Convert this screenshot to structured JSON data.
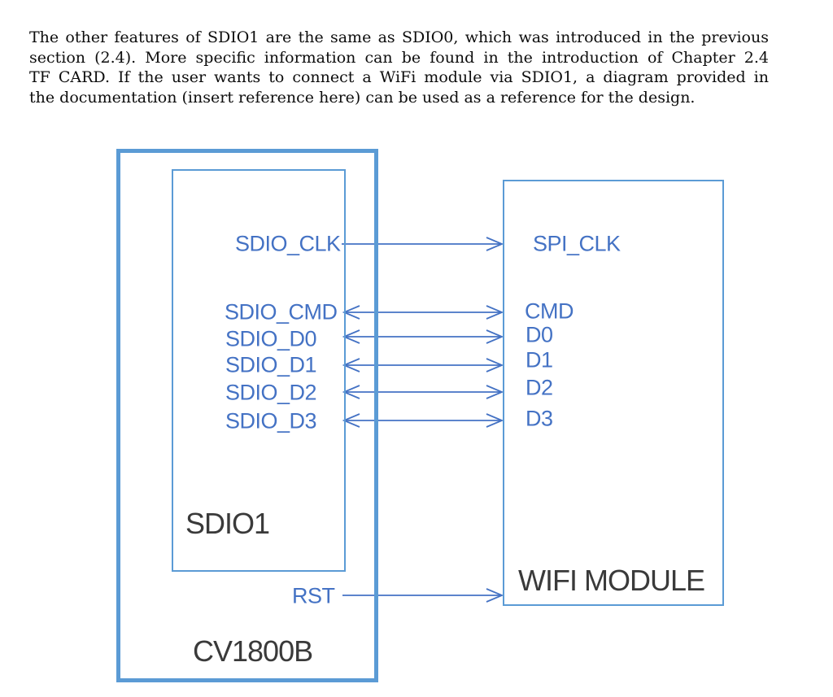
{
  "paragraph": {
    "lines": [
      "The other features of SDIO1 are the same as SDIO0, which was introduced in the previous",
      "section (2.4).  More specific information can be found in the introduction of Chapter 2.4",
      "TF CARD. If the user wants to connect a WiFi module via SDIO1, a diagram provided in",
      "the documentation (insert reference here) can be used as a reference for the design."
    ]
  },
  "diagram": {
    "colors": {
      "box_border": "#5B9BD5",
      "signal_blue": "#4472C4",
      "label_dark": "#3A3A3A"
    },
    "chip": {
      "label": "CV1800B"
    },
    "block": {
      "label": "SDIO1"
    },
    "module": {
      "label": "WIFI MODULE"
    },
    "signals": [
      {
        "left": "SDIO_CLK",
        "right": "SPI_CLK",
        "direction": "left-to-right"
      },
      {
        "left": "SDIO_CMD",
        "right": "CMD",
        "direction": "bidirectional"
      },
      {
        "left": "SDIO_D0",
        "right": "D0",
        "direction": "bidirectional"
      },
      {
        "left": "SDIO_D1",
        "right": "D1",
        "direction": "bidirectional"
      },
      {
        "left": "SDIO_D2",
        "right": "D2",
        "direction": "bidirectional"
      },
      {
        "left": "SDIO_D3",
        "right": "D3",
        "direction": "bidirectional"
      }
    ],
    "reset_signal": {
      "label": "RST",
      "direction": "left-to-right"
    }
  }
}
